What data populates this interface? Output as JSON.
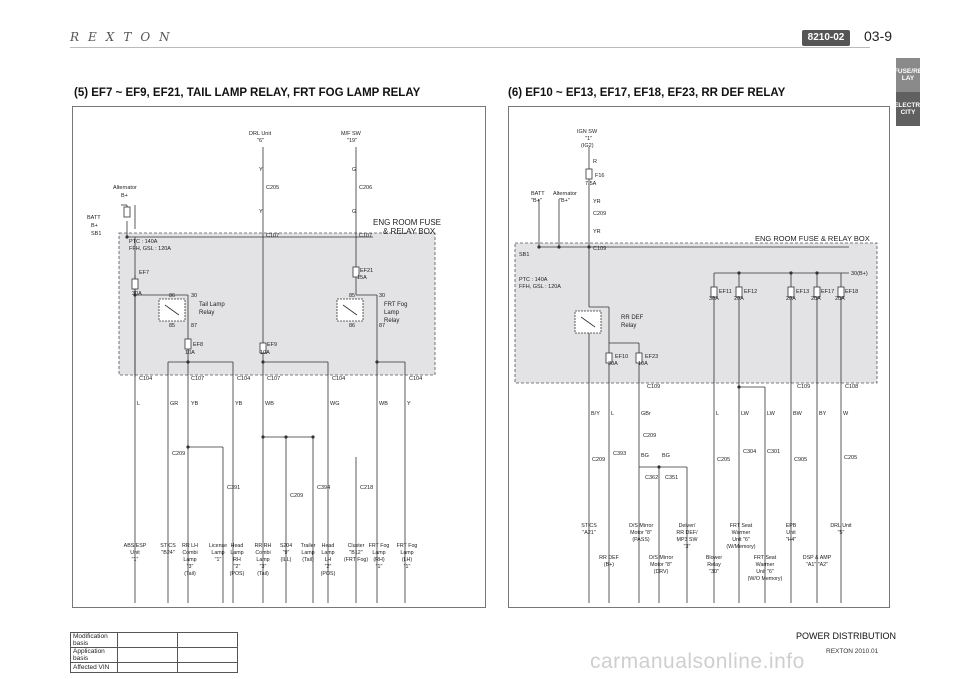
{
  "header": {
    "logo": "REXTON",
    "code": "8210-02",
    "page": "03-9"
  },
  "tabs": [
    "FUSE/RE LAY",
    "ELECTRI CITY"
  ],
  "left": {
    "title": "(5) EF7 ~ EF9, EF21, TAIL LAMP RELAY, FRT FOG LAMP RELAY",
    "box_label_1": "ENG ROOM FUSE",
    "box_label_2": "& RELAY BOX",
    "batt": "BATT",
    "batt_b": "B+",
    "alternator": "Alternator",
    "alternator_b": "B+",
    "sb1": "SB1",
    "ptc": "PTC : 140A",
    "ffh": "FFH, GSL : 120A",
    "drl_unit": "DRL Unit",
    "drl_pin": "\"6\"",
    "mf_sw": "M/F SW",
    "mf_pin": "\"19\"",
    "wire_y": "Y",
    "wire_g": "G",
    "c205": "C205",
    "c206": "C206",
    "c107": "C107",
    "c104": "C104",
    "c209": "C209",
    "c391": "C391",
    "c394": "C394",
    "c218": "C218",
    "ef7": "EF7",
    "ef7_amp": "30A",
    "ef8": "EF8",
    "ef8_amp": "10A",
    "ef9": "EF9",
    "ef9_amp": "10A",
    "ef21": "EF21",
    "ef21_amp": "15A",
    "tail_relay_1": "Tail Lamp",
    "tail_relay_2": "Relay",
    "fog_relay_1": "FRT Fog",
    "fog_relay_2": "Lamp",
    "fog_relay_3": "Relay",
    "p86": "86",
    "p85": "85",
    "p30": "30",
    "p87": "87",
    "wires": [
      "L",
      "GR",
      "YB",
      "YB",
      "WB",
      "WG",
      "WB",
      "Y"
    ],
    "loads": [
      {
        "l1": "ABS/ESP",
        "l2": "Unit",
        "l3": "\"1\"",
        "l4": ""
      },
      {
        "l1": "STICS",
        "l2": "\"B24\"",
        "l3": "",
        "l4": ""
      },
      {
        "l1": "RR LH",
        "l2": "Combi",
        "l3": "Lamp",
        "l4": "\"3\"",
        "l5": "(Tail)"
      },
      {
        "l1": "License",
        "l2": "Lamp",
        "l3": "\"1\"",
        "l4": ""
      },
      {
        "l1": "Head",
        "l2": "Lamp",
        "l3": "RH",
        "l4": "\"2\"",
        "l5": "(POS)"
      },
      {
        "l1": "RR RH",
        "l2": "Combi",
        "l3": "Lamp",
        "l4": "\"3\"",
        "l5": "(Tail)"
      },
      {
        "l1": "S204",
        "l2": "\"9\"",
        "l3": "(ILL)",
        "l4": ""
      },
      {
        "l1": "Trailer",
        "l2": "Lamp",
        "l3": "(Tail)",
        "l4": ""
      },
      {
        "l1": "Head",
        "l2": "Lamp",
        "l3": "LH",
        "l4": "\"2\"",
        "l5": "(POS)"
      },
      {
        "l1": "Cluster",
        "l2": "\"B12\"",
        "l3": "(FRT Fog)",
        "l4": ""
      },
      {
        "l1": "FRT Fog",
        "l2": "Lamp",
        "l3": "(RH)",
        "l4": "\"1\""
      },
      {
        "l1": "FRT Fog",
        "l2": "Lamp",
        "l3": "(LH)",
        "l4": "\"1\""
      }
    ]
  },
  "right": {
    "title": "(6) EF10 ~ EF13, EF17, EF18, EF23, RR DEF RELAY",
    "box_label": "ENG ROOM FUSE & RELAY BOX",
    "ign_sw": "IGN SW",
    "ign_pin": "\"1\"",
    "ign_mode": "(IG2)",
    "f16": "F16",
    "f16_amp": "7.5A",
    "batt": "BATT",
    "batt_b": "\"B+\"",
    "alternator": "Alternator",
    "alternator_b": "\"B+\"",
    "sb1": "SB1",
    "ptc": "PTC : 140A",
    "ffh": "FFH, GSL : 120A",
    "rr_def_relay_1": "RR DEF",
    "rr_def_relay_2": "Relay",
    "label_30b": "30(B+)",
    "ef10": "EF10",
    "ef10_amp": "30A",
    "ef23": "EF23",
    "ef23_amp": "10A",
    "ef11": "EF11",
    "ef11_amp": "30A",
    "ef12": "EF12",
    "ef12_amp": "20A",
    "ef13": "EF13",
    "ef13_amp": "20A",
    "ef17": "EF17",
    "ef17_amp": "20A",
    "ef18": "EF18",
    "ef18_amp": "20A",
    "c109": "C109",
    "c108": "C108",
    "c209": "C209",
    "c393": "C393",
    "c362": "C362",
    "c351": "C351",
    "c205": "C205",
    "c304": "C304",
    "c301": "C301",
    "c905": "C905",
    "wire_r": "R",
    "wire_yr": "YR",
    "wires": [
      "B/Y",
      "L",
      "GBr",
      "BG",
      "BG",
      "L",
      "LW",
      "LW",
      "BW",
      "BY",
      "W"
    ],
    "loads": [
      {
        "l1": "STICS",
        "l2": "\"A21\""
      },
      {
        "l1": "RR DEF",
        "l2": "(B+)"
      },
      {
        "l1": "O/S Mirror",
        "l2": "Motor \"8\"",
        "l3": "(PASS)"
      },
      {
        "l1": "O/S Mirror",
        "l2": "Motor \"8\"",
        "l3": "(DRV)"
      },
      {
        "l1": "Deiver/",
        "l2": "RR DEF/",
        "l3": "MP3 SW",
        "l4": "\"3\""
      },
      {
        "l1": "Blower",
        "l2": "Relay",
        "l3": "\"30\""
      },
      {
        "l1": "FRT Seat",
        "l2": "Warmer",
        "l3": "Unit \"6\"",
        "l4": "(W/Memory)"
      },
      {
        "l1": "FRT Seat",
        "l2": "Warmer",
        "l3": "Unit \"6\"",
        "l4": "(W/O Memory)"
      },
      {
        "l1": "EPB",
        "l2": "Unit",
        "l3": "\"H4\""
      },
      {
        "l1": "DSP & AMP",
        "l2": "\"A1\" \"A2\""
      },
      {
        "l1": "DRL Unit",
        "l2": "\"5\""
      }
    ]
  },
  "footer": {
    "rows": [
      "Modification basis",
      "Application basis",
      "Affected VIN"
    ],
    "title": "POWER DISTRIBUTION",
    "model": "REXTON 2010.01",
    "watermark": "carmanualsonline.info"
  }
}
